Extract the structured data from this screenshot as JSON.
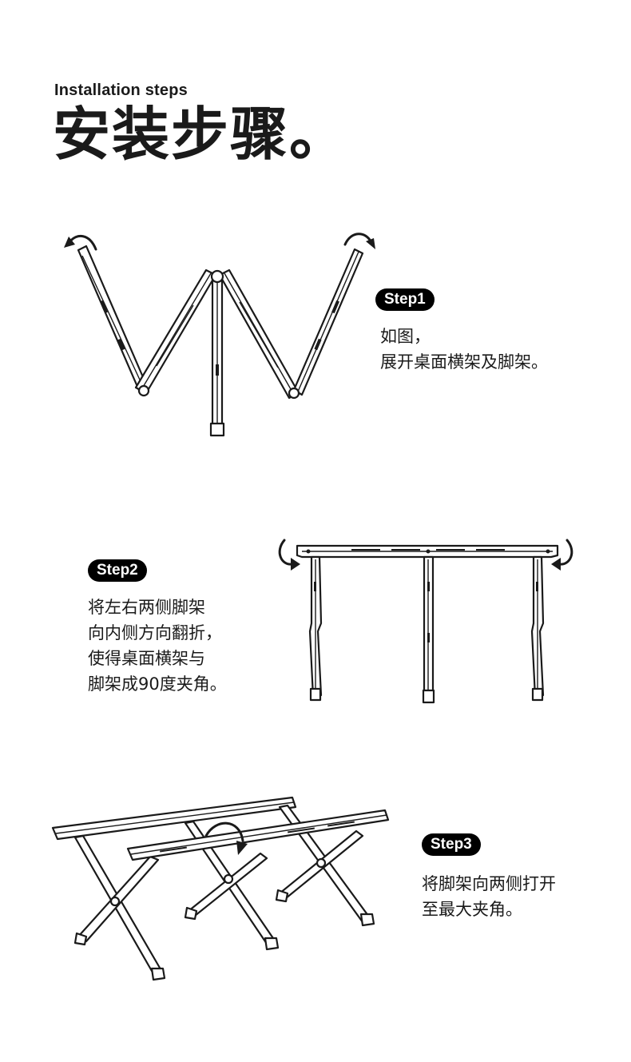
{
  "header": {
    "subtitle_en": "Installation steps",
    "title_cn": "安装步骤。"
  },
  "steps": [
    {
      "badge": "Step1",
      "lines": [
        "如图，",
        "展开桌面横架及脚架。"
      ]
    },
    {
      "badge": "Step2",
      "lines": [
        "将左右两侧脚架",
        "向内侧方向翻折，",
        "使得桌面横架与",
        "脚架成90度夹角。"
      ]
    },
    {
      "badge": "Step3",
      "lines": [
        "将脚架向两侧打开",
        "至最大夹角。"
      ]
    }
  ]
}
